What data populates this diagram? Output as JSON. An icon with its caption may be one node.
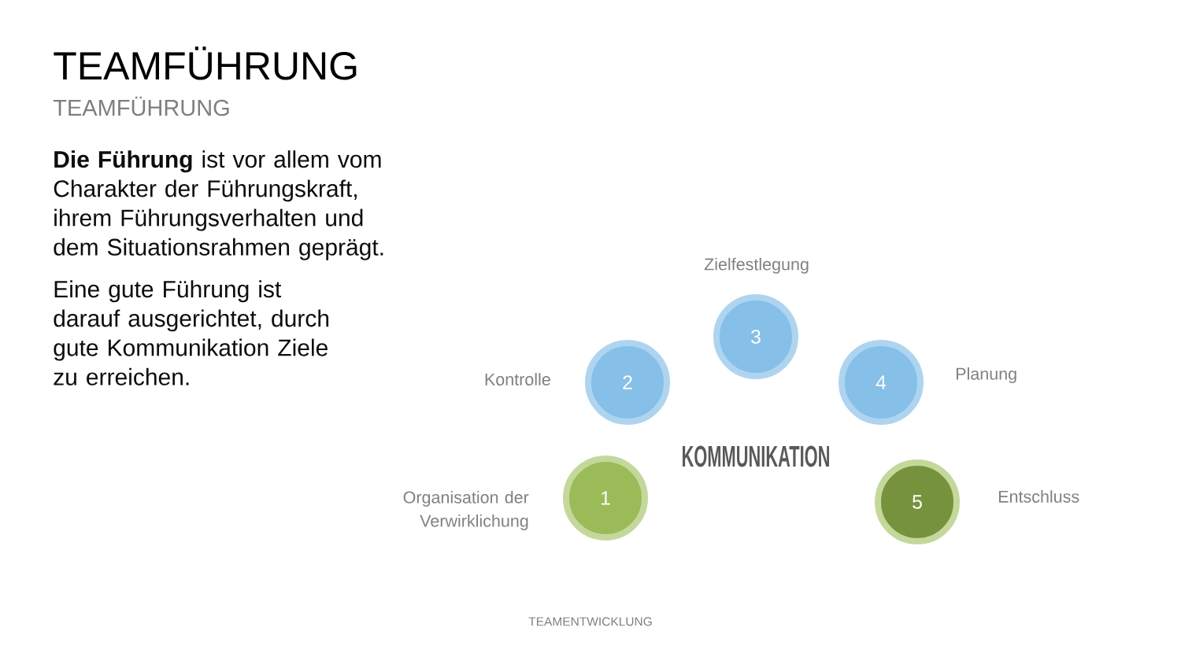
{
  "diagram": {
    "title": "TEAMFÜHRUNG",
    "nodes": [
      {
        "text": [
          "1"
        ],
        "beside": [
          "Organisation der Verwirklichung"
        ]
      },
      {
        "text": [
          "2"
        ],
        "beside": [
          "Kontrolle"
        ]
      },
      {
        "text": [
          "3"
        ],
        "beside": [
          "Zielfestlegung"
        ]
      },
      {
        "text": [
          "4"
        ],
        "beside": [
          "Planung"
        ]
      },
      {
        "text": [
          "5"
        ],
        "beside": [
          "Entschluss"
        ]
      }
    ],
    "labels": [
      "TEAMFÜHRUNG",
      "**Die Führung** ist vor allem vom Charakter der Führungskraft, ihrem Führungsverhalten und dem Situationsrahmen geprägt.",
      "Eine gute Führung ist darauf ausgerichtet, durch gute Kommunikation Ziele zu erreichen.",
      "KOMMUNIKATION",
      "TEAMENTWICKLUNG"
    ]
  }
}
